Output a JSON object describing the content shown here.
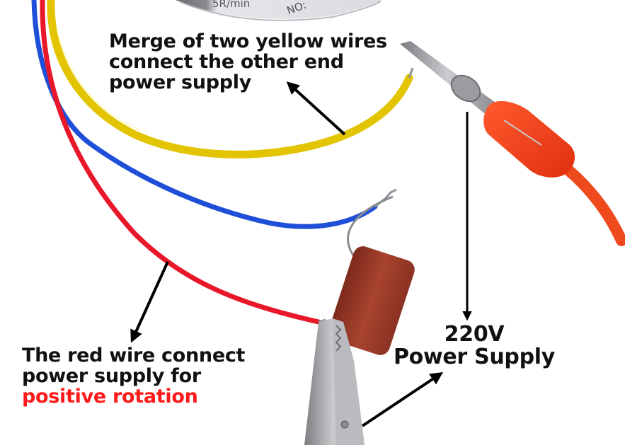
{
  "image": {
    "subject": "AC synchronous motor wiring diagram with capacitor and alligator clips",
    "background_color": "#ffffff"
  },
  "motor_label": {
    "speed_text": "5R/min",
    "number_text": "NO:"
  },
  "annotations": {
    "yellow_wires": {
      "lines": [
        "Merge of two yellow wires",
        "connect the other end",
        "power supply"
      ],
      "color": "#111111"
    },
    "red_wire": {
      "lines": [
        "The red wire connect",
        "power supply for"
      ],
      "highlight": "positive rotation",
      "color": "#111111",
      "highlight_color": "#ff1a1a"
    },
    "power_supply": {
      "lines": [
        "220V",
        "Power Supply"
      ],
      "color": "#111111"
    }
  },
  "wires": {
    "yellow": "#e3c400",
    "red": "#e8182a",
    "blue": "#1f4fd8"
  },
  "components": {
    "capacitor_color": "#9c3a2a",
    "clip_handle_color": "#f2401c",
    "clip_metal_color": "#a9abae"
  }
}
